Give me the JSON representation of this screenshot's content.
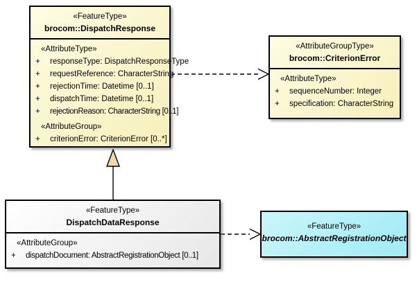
{
  "diagram_title": "UML class diagram - brocom DispatchResponse",
  "colors": {
    "background": "#FFFFFF",
    "border": "#000000",
    "line": "#000000",
    "class_fill_light": "#FEFCE3",
    "class_fill_dark": "#F7EFBA",
    "local_fill_light": "#FFFFFF",
    "local_fill_dark": "#E7E7E7",
    "ref_fill_light": "#C9F6FA",
    "ref_fill_dark": "#A1EBF4",
    "triangle_fill": "#EFD9AC"
  },
  "boxes": {
    "dispatch_response": {
      "stereotype": "«FeatureType»",
      "name": "brocom::DispatchResponse",
      "rows": [
        {
          "plus": "",
          "text": "«AttributeType»"
        },
        {
          "plus": "+",
          "text": "responseType: DispatchResponseType"
        },
        {
          "plus": "+",
          "text": "requestReference: CharacterString"
        },
        {
          "plus": "+",
          "text": "rejectionTime: Datetime [0..1]"
        },
        {
          "plus": "+",
          "text": "dispatchTime: Datetime [0..1]"
        },
        {
          "plus": "+",
          "text": "rejectionReason: CharacterString [0..1]"
        },
        {
          "plus": "",
          "text": "«AttributeGroup»"
        },
        {
          "plus": "+",
          "text": "criterionError: CriterionError [0..*]"
        }
      ]
    },
    "criterion_error": {
      "stereotype": "«AttributeGroupType»",
      "name": "brocom::CriterionError",
      "rows": [
        {
          "plus": "",
          "text": "«AttributeType»"
        },
        {
          "plus": "+",
          "text": "sequenceNumber: Integer"
        },
        {
          "plus": "+",
          "text": "specification: CharacterString"
        }
      ]
    },
    "dispatch_data_response": {
      "stereotype": "«FeatureType»",
      "name": "DispatchDataResponse",
      "rows": [
        {
          "plus": "",
          "text": "«AttributeGroup»"
        },
        {
          "plus": "+",
          "text": "dispatchDocument: AbstractRegistrationObject [0..1]"
        }
      ]
    },
    "abstract_registration_object": {
      "stereotype": "«FeatureType»",
      "name": "brocom::AbstractRegistrationObject"
    }
  },
  "connectors": [
    {
      "type": "dependency",
      "style": "dashed-open-arrow",
      "from": "brocom::DispatchResponse",
      "to": "brocom::CriterionError"
    },
    {
      "type": "generalization",
      "style": "solid-hollow-triangle",
      "from": "DispatchDataResponse",
      "to": "brocom::DispatchResponse"
    },
    {
      "type": "dependency",
      "style": "dashed-open-arrow",
      "from": "DispatchDataResponse",
      "to": "brocom::AbstractRegistrationObject"
    }
  ]
}
